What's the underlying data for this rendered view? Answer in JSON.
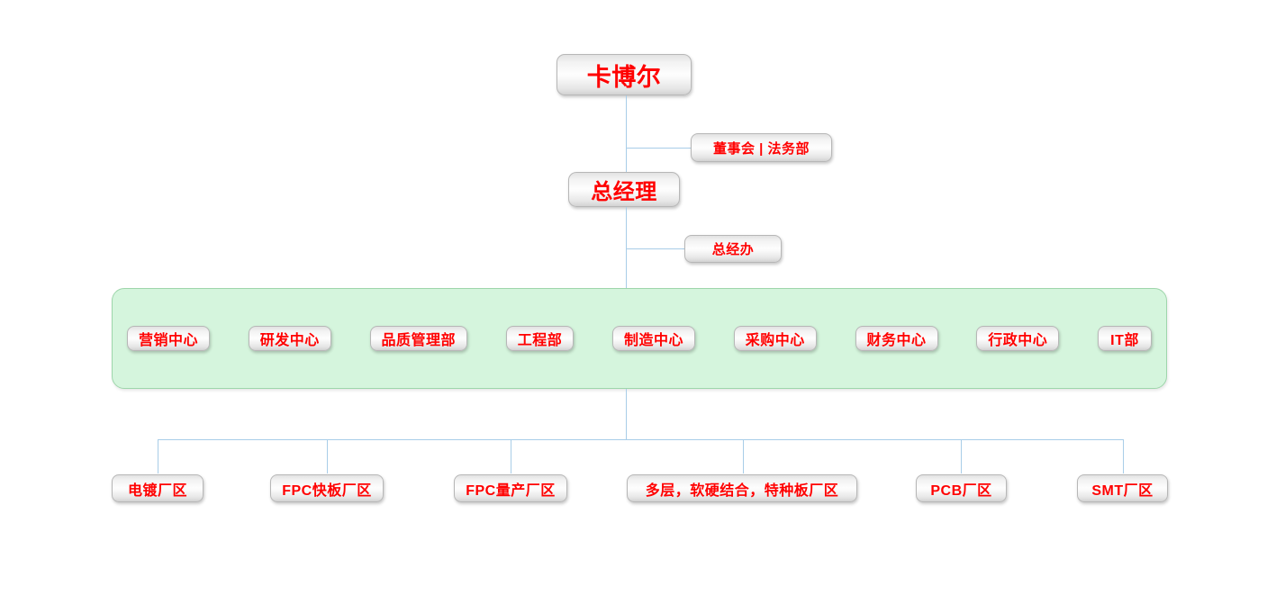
{
  "diagram": {
    "title_node": {
      "label": "卡博尔"
    },
    "level2_node": {
      "label": "总经理"
    },
    "staff_nodes": [
      {
        "label": "董事会 | 法务部"
      },
      {
        "label": "总经办"
      }
    ],
    "departments": [
      {
        "label": "营销中心"
      },
      {
        "label": "研发中心"
      },
      {
        "label": "品质管理部"
      },
      {
        "label": "工程部"
      },
      {
        "label": "制造中心"
      },
      {
        "label": "采购中心"
      },
      {
        "label": "财务中心"
      },
      {
        "label": "行政中心"
      },
      {
        "label": "IT部"
      }
    ],
    "factory_zones": [
      {
        "label": "电镀厂区"
      },
      {
        "label": "FPC快板厂区"
      },
      {
        "label": "FPC量产厂区"
      },
      {
        "label": "多层，软硬结合，特种板厂区"
      },
      {
        "label": "PCB厂区"
      },
      {
        "label": "SMT厂区"
      }
    ],
    "colors": {
      "text": "#ff0000",
      "connector": "#a8cde8",
      "container_fill": "#d5f5dd",
      "container_border": "#9ed6ab",
      "node_border": "#b7b7b7",
      "background": "#ffffff"
    }
  }
}
